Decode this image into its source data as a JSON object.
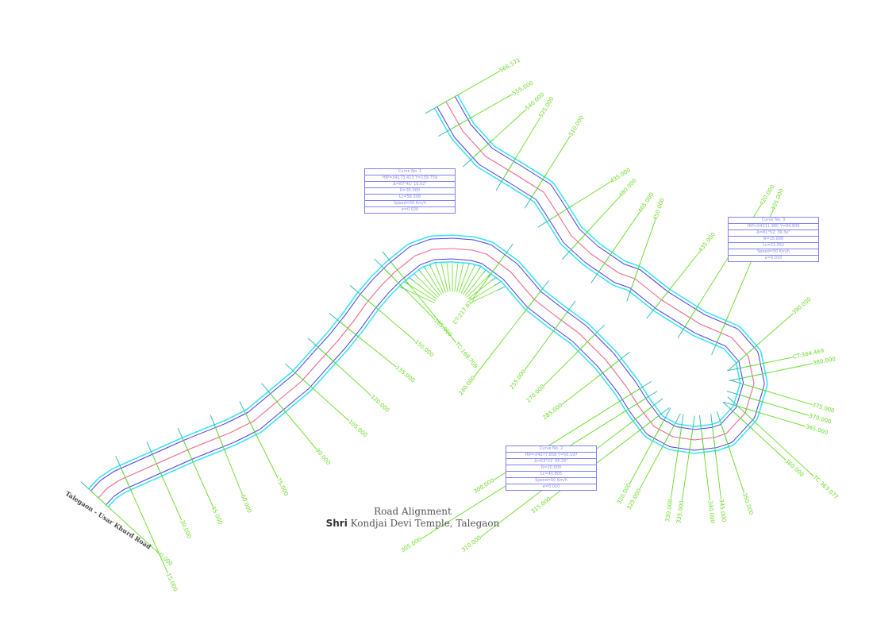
{
  "drawing": {
    "title": "Road Alignment",
    "subtitle_bold": "Shri",
    "subtitle_rest": "Kondjai Devi Temple, Talegaon",
    "road_name": "Talegaon - Usar Khurd Road",
    "colors": {
      "edge": "#33e6ee",
      "lane": "#4a3cf0",
      "centerline": "#f06a8a",
      "curve_centerline": "#e070e8",
      "chainage": "#66dd22",
      "cross_section": "#2ab5b5",
      "table": "#7f7ff5"
    },
    "total_chainage": 566.571
  },
  "curve_tables": [
    {
      "rows": [
        "Curve No. 1",
        "HIP=X4173.413 Y=159.759",
        "Δ=87°41' 10.02\"",
        "R=35.000",
        "Lc=56.308",
        "Speed=50 Km/h",
        "e=0.020"
      ]
    },
    {
      "rows": [
        "Curve No. 2",
        "HIP=X4277.858 Y=50.197",
        "Δ=63°31' 05.26\"",
        "R=20.000",
        "Lc=40.805",
        "Speed=50 Km/h",
        "e=0.010"
      ]
    },
    {
      "rows": [
        "Curve No. 3",
        "HIP=X4311.980 Y=80.806",
        "Δ=81°52' 39.3x\"",
        "R=15.000",
        "Lc=21.352",
        "Speed=50 Km/h",
        "e=0.010"
      ]
    }
  ],
  "stations": [
    {
      "ch": 0,
      "label": "0.000"
    },
    {
      "ch": 15,
      "label": "15.000"
    },
    {
      "ch": 30,
      "label": "30.000"
    },
    {
      "ch": 45,
      "label": "45.000"
    },
    {
      "ch": 60,
      "label": "60.000"
    },
    {
      "ch": 75,
      "label": "75.000"
    },
    {
      "ch": 90,
      "label": "90.000"
    },
    {
      "ch": 105,
      "label": "105.000"
    },
    {
      "ch": 120,
      "label": "120.000"
    },
    {
      "ch": 135,
      "label": "135.000"
    },
    {
      "ch": 150,
      "label": "150.000"
    },
    {
      "ch": 165,
      "label": "165.000"
    },
    {
      "ch": 168.709,
      "label": "TC:168.709"
    },
    {
      "ch": 217.613,
      "label": "CT:217.613"
    },
    {
      "ch": 240,
      "label": "240.000"
    },
    {
      "ch": 255,
      "label": "255.000"
    },
    {
      "ch": 270,
      "label": "270.000"
    },
    {
      "ch": 285,
      "label": "285.000"
    },
    {
      "ch": 300,
      "label": "300.000"
    },
    {
      "ch": 305,
      "label": "305.000"
    },
    {
      "ch": 310,
      "label": "310.000"
    },
    {
      "ch": 315,
      "label": "315.000"
    },
    {
      "ch": 320,
      "label": "320.000"
    },
    {
      "ch": 325,
      "label": "325.000"
    },
    {
      "ch": 330,
      "label": "330.000"
    },
    {
      "ch": 335,
      "label": "335.000"
    },
    {
      "ch": 340,
      "label": "340.000"
    },
    {
      "ch": 345,
      "label": "345.000"
    },
    {
      "ch": 350,
      "label": "350.000"
    },
    {
      "ch": 360,
      "label": "360.000"
    },
    {
      "ch": 363.077,
      "label": "TC:363.077"
    },
    {
      "ch": 365,
      "label": "365.000"
    },
    {
      "ch": 370,
      "label": "370.000"
    },
    {
      "ch": 375,
      "label": "375.000"
    },
    {
      "ch": 380,
      "label": "380.000"
    },
    {
      "ch": 384.469,
      "label": "CT:384.469"
    },
    {
      "ch": 390,
      "label": "390.000"
    },
    {
      "ch": 405,
      "label": "405.000"
    },
    {
      "ch": 420,
      "label": "420.000"
    },
    {
      "ch": 435,
      "label": "435.000"
    },
    {
      "ch": 450,
      "label": "450.000"
    },
    {
      "ch": 465,
      "label": "465.000"
    },
    {
      "ch": 480,
      "label": "480.000"
    },
    {
      "ch": 495,
      "label": "495.000"
    },
    {
      "ch": 510,
      "label": "510.000"
    },
    {
      "ch": 525,
      "label": "525.000"
    },
    {
      "ch": 540,
      "label": "540.000"
    },
    {
      "ch": 555,
      "label": "555.000"
    },
    {
      "ch": 566.571,
      "label": "566.571"
    }
  ]
}
